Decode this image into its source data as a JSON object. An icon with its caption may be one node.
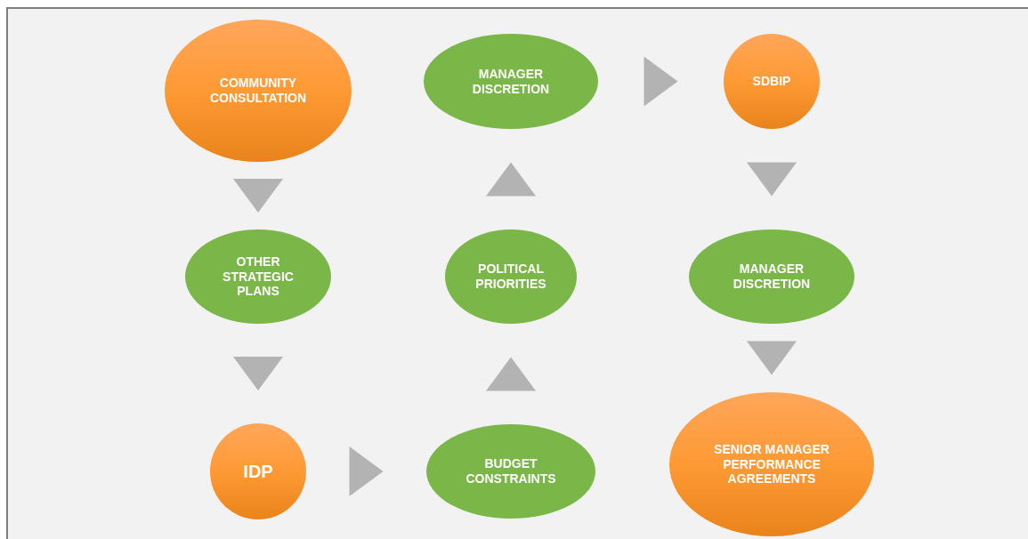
{
  "diagram": {
    "nodes": [
      {
        "text": [
          "COMMUNITY CONSULTATION"
        ]
      },
      {
        "text": [
          "OTHER STRATEGIC PLANS"
        ]
      },
      {
        "text": [
          "IDP"
        ]
      },
      {
        "text": [
          "BUDGET CONSTRAINTS"
        ]
      },
      {
        "text": [
          "POLITICAL PRIORITIES"
        ]
      },
      {
        "text": [
          "MANAGER DISCRETION"
        ]
      },
      {
        "text": [
          "SDBIP"
        ]
      },
      {
        "text": [
          "MANAGER DISCRETION"
        ]
      },
      {
        "text": [
          "SENIOR MANAGER PERFORMANCE AGREEMENTS"
        ]
      }
    ],
    "edges": [
      {
        "from": 0,
        "to": 1,
        "arrow": "to"
      },
      {
        "from": 1,
        "to": 2,
        "arrow": "to"
      },
      {
        "from": 2,
        "to": 3,
        "arrow": "to"
      },
      {
        "from": 3,
        "to": 4,
        "arrow": "to"
      },
      {
        "from": 4,
        "to": 5,
        "arrow": "to"
      },
      {
        "from": 5,
        "to": 6,
        "arrow": "to"
      },
      {
        "from": 6,
        "to": 7,
        "arrow": "to"
      },
      {
        "from": 7,
        "to": 8,
        "arrow": "to"
      }
    ]
  }
}
